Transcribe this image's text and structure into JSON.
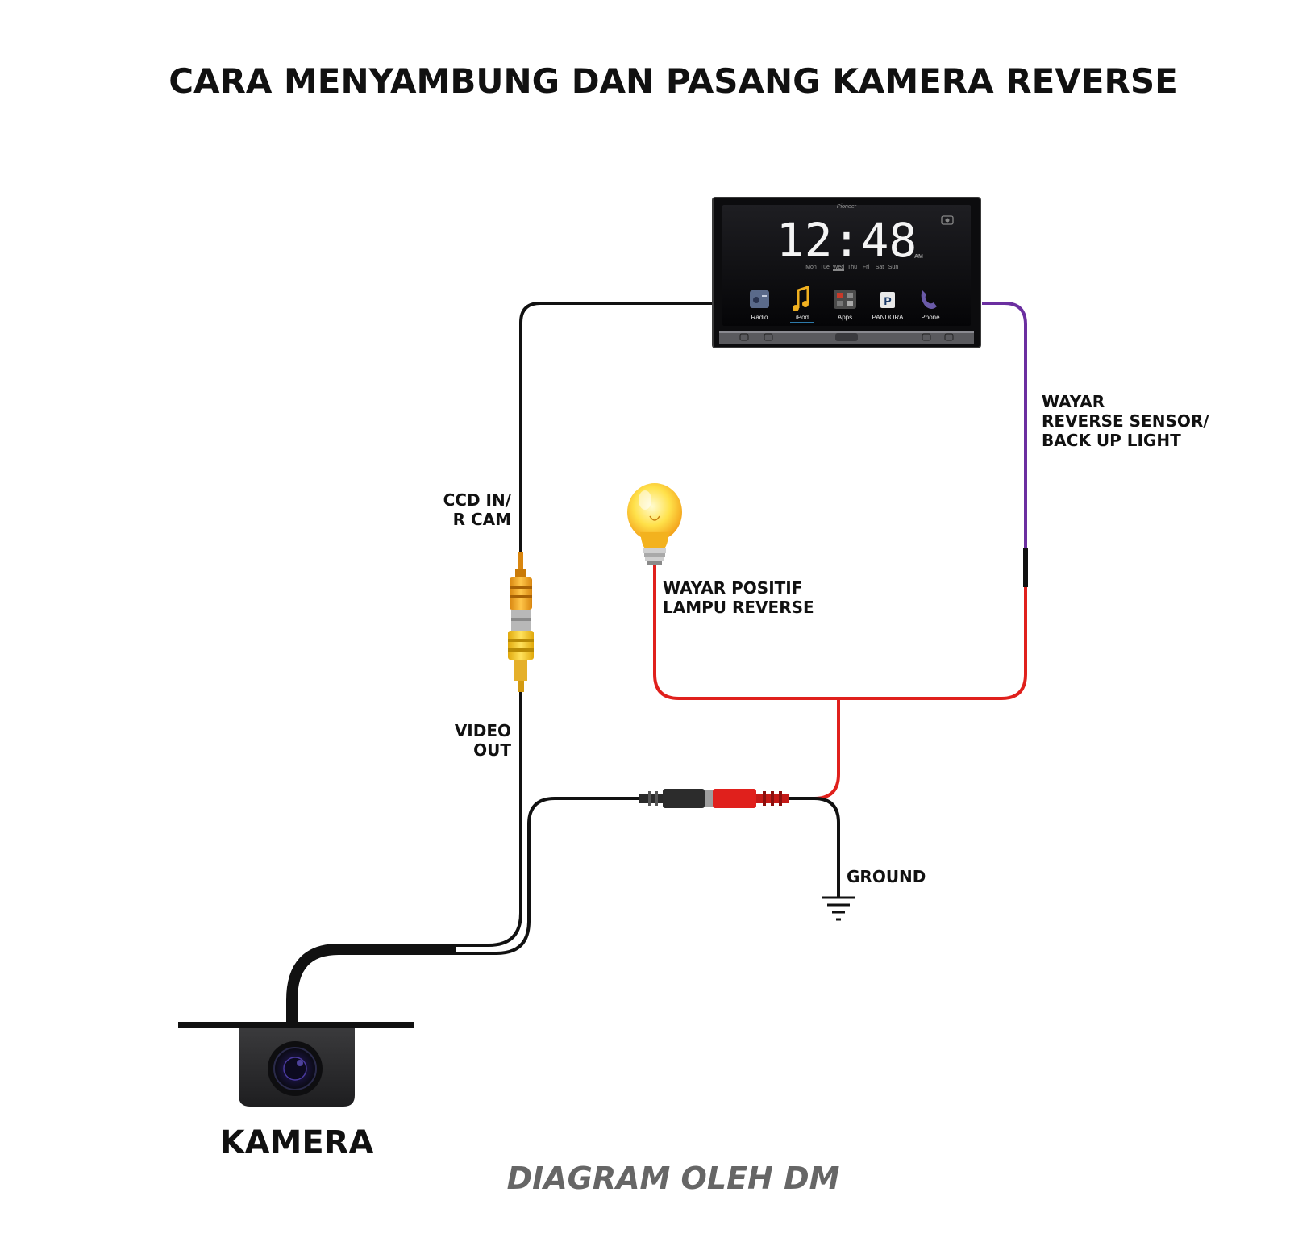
{
  "title": "CARA MENYAMBUNG DAN PASANG KAMERA REVERSE",
  "head_unit": {
    "brand": "Pioneer",
    "time": "12:48",
    "ampm": "AM",
    "days": [
      "Mon",
      "Tue",
      "Wed",
      "Thu",
      "Fri",
      "Sat",
      "Sun"
    ],
    "apps": [
      "Radio",
      "iPod",
      "Apps",
      "PANDORA",
      "Phone"
    ]
  },
  "labels": {
    "ccd_in": [
      "CCD IN/",
      "R CAM"
    ],
    "video_out": [
      "VIDEO",
      "OUT"
    ],
    "reverse_sensor": [
      "WAYAR",
      "REVERSE SENSOR/",
      "BACK UP LIGHT"
    ],
    "positive_lamp": [
      "WAYAR POSITIF",
      "LAMPU REVERSE"
    ],
    "ground": "GROUND",
    "camera": "KAMERA"
  },
  "credit": "DIAGRAM OLEH DM",
  "colors": {
    "video_cable": "#111111",
    "rca_connector": "#f5a623",
    "reverse_wire": "#6b2fa0",
    "power_wire": "#e0201c",
    "ground_wire": "#111111",
    "credit_text": "#666666"
  }
}
